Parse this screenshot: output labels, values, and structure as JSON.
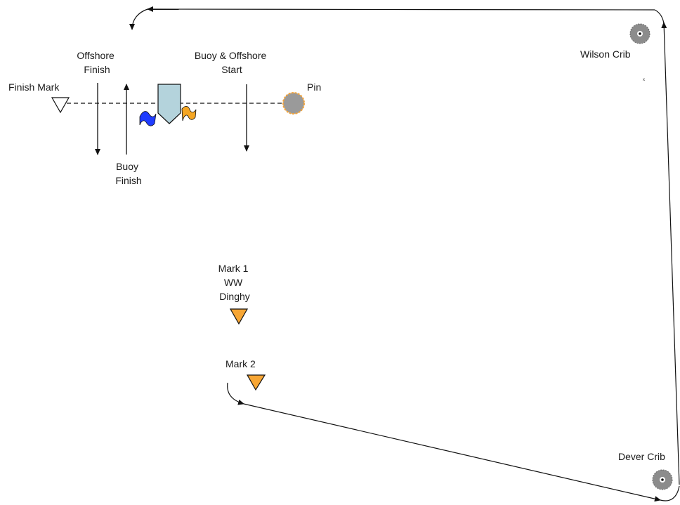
{
  "colors": {
    "line": "#111111",
    "mark_orange": "#f7a634",
    "crib_gray": "#8c8c8c",
    "pin_gray": "#9a9a9a",
    "pin_outline": "#f2a33a",
    "committee_boat": "#b4d3dc",
    "flag_blue": "#1f3cff",
    "flag_orange": "#f5a623"
  },
  "labels": {
    "finish_mark": "Finish Mark",
    "offshore_finish": [
      "Offshore",
      "Finish"
    ],
    "buoy_offshore_start": [
      "Buoy & Offshore",
      "Start"
    ],
    "pin": "Pin",
    "buoy_finish": [
      "Buoy",
      "Finish"
    ],
    "wilson_crib": "Wilson Crib",
    "wilson_crib_small": "x",
    "mark1": [
      "Mark 1",
      "WW",
      "Dinghy"
    ],
    "mark2": "Mark 2",
    "dever_crib": "Dever Crib"
  },
  "icons": [
    "finish-mark-icon",
    "committee-boat-icon",
    "pin-buoy-icon",
    "mark-triangle-icon",
    "crib-icon",
    "flag-icon"
  ]
}
